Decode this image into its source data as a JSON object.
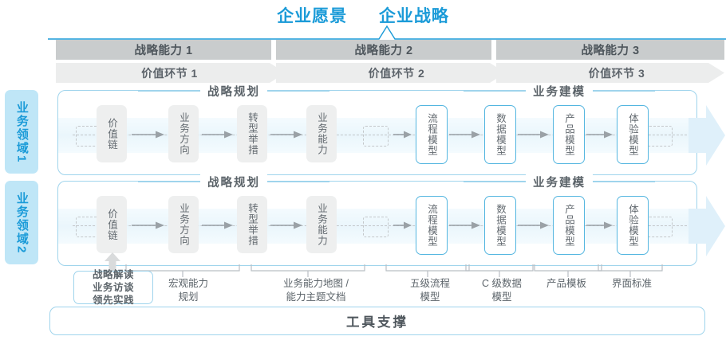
{
  "header": {
    "vision_title": "企业愿景",
    "strategy_title": "企业战略"
  },
  "capabilities": [
    {
      "label": "战略能力 1"
    },
    {
      "label": "战略能力 2"
    },
    {
      "label": "战略能力 3"
    }
  ],
  "value_links": [
    {
      "label": "价值环节 1"
    },
    {
      "label": "价值环节 2"
    },
    {
      "label": "价值环节 3"
    }
  ],
  "domains": [
    {
      "label": "业务领域",
      "number": "1"
    },
    {
      "label": "业务领域",
      "number": "2"
    }
  ],
  "sections": {
    "planning": "战略规划",
    "modeling": "业务建模"
  },
  "nodes": [
    {
      "label": "价值链",
      "style": "gray"
    },
    {
      "label": "业务方向",
      "style": "gray"
    },
    {
      "label": "转型举措",
      "style": "gray"
    },
    {
      "label": "业务能力",
      "style": "gray"
    },
    {
      "label": "流程模型",
      "style": "blue"
    },
    {
      "label": "数据模型",
      "style": "blue"
    },
    {
      "label": "产品模型",
      "style": "blue"
    },
    {
      "label": "体验模型",
      "style": "blue"
    }
  ],
  "tool_note": "战略解读\n业务访谈\n领先实践",
  "tool_labels": [
    {
      "text": "宏观能力\n规划"
    },
    {
      "text": "业务能力地图 /\n能力主题文档"
    },
    {
      "text": "五级流程\n模型"
    },
    {
      "text": "C 级数据\n模型"
    },
    {
      "text": "产品模板"
    },
    {
      "text": "界面标准"
    }
  ],
  "footer": {
    "tool_support": "工具支撑"
  },
  "colors": {
    "accent_blue": "#1b9bd8",
    "light_blue": "#9fd4ec",
    "node_blue_border": "#54b6e0",
    "header_gray": "#c9cccd",
    "subheader_gray": "#eceded",
    "node_gray": "#eeefef",
    "text_gray": "#5d656b",
    "tag_bg": "#bfe6f7"
  }
}
